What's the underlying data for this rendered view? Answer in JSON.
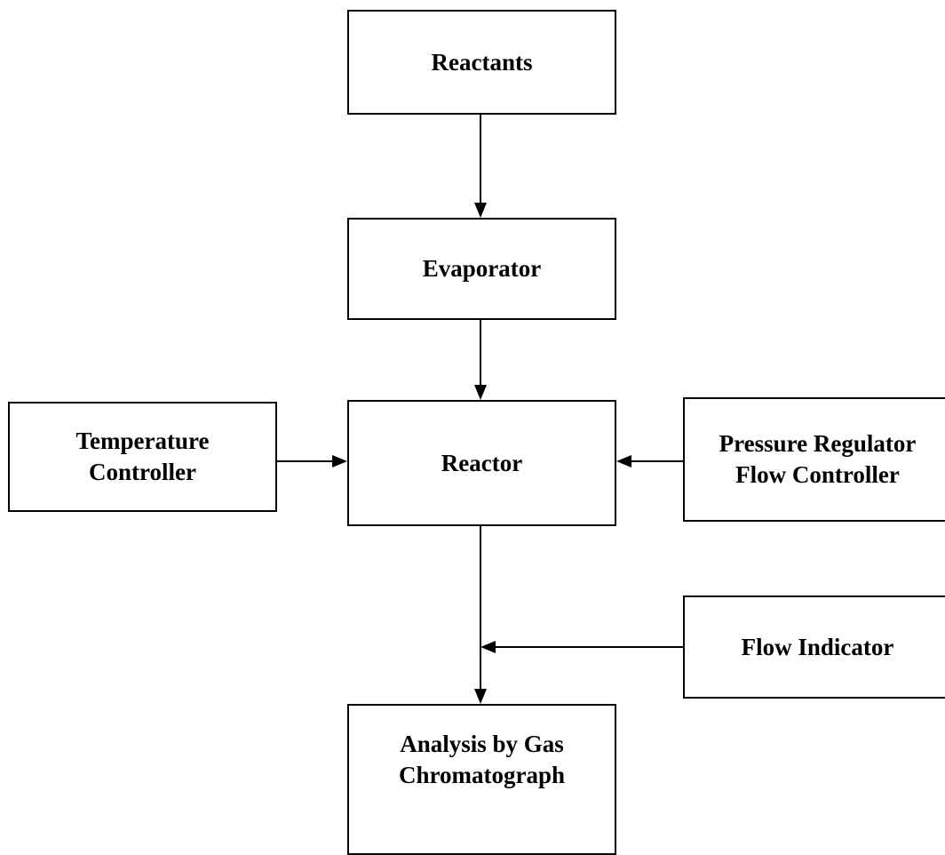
{
  "diagram": {
    "nodes": {
      "reactants": {
        "label": "Reactants"
      },
      "evaporator": {
        "label": "Evaporator"
      },
      "reactor": {
        "label": "Reactor"
      },
      "temperature_controller": {
        "label": "Temperature\nController"
      },
      "pressure_regulator": {
        "label": "Pressure Regulator\nFlow Controller"
      },
      "flow_indicator": {
        "label": "Flow Indicator"
      },
      "analysis": {
        "label": "Analysis by Gas\nChromatograph"
      }
    },
    "edges": [
      {
        "from": "reactants",
        "to": "evaporator"
      },
      {
        "from": "evaporator",
        "to": "reactor"
      },
      {
        "from": "temperature_controller",
        "to": "reactor"
      },
      {
        "from": "pressure_regulator",
        "to": "reactor"
      },
      {
        "from": "reactor",
        "to": "analysis"
      },
      {
        "from": "flow_indicator",
        "to": "reactor-analysis-line"
      }
    ]
  }
}
